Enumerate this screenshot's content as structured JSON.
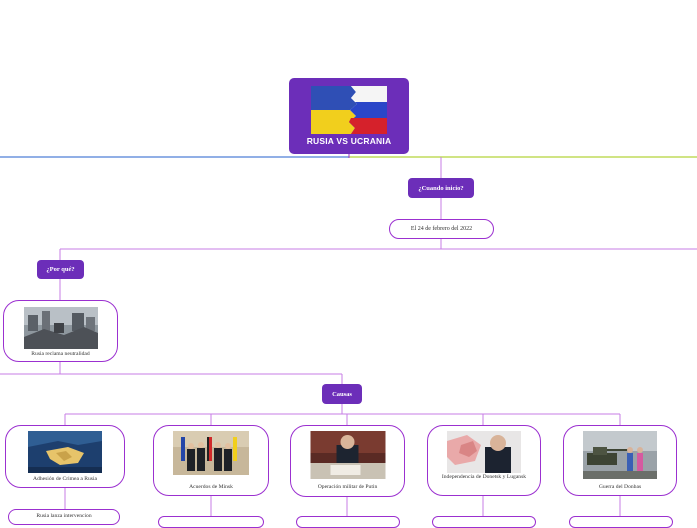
{
  "root": {
    "title": "RUSIA VS UCRANIA",
    "image": "ukraine-russia-flag-icon"
  },
  "when": {
    "question": "¿Cuando inicio?",
    "answer": "El 24 de febrero del 2022"
  },
  "why": {
    "question": "¿Por qué?",
    "answer": "Rusia reclama neutralidad",
    "image": "war-ruins-photo-icon"
  },
  "causes": {
    "label": "Causas",
    "items": [
      {
        "label": "Adhesión de Crimea a Rusia",
        "image": "crimea-map-icon",
        "sub": "Rusia lanza intervencion"
      },
      {
        "label": "Acuerdos de Minsk",
        "image": "leaders-group-photo-icon",
        "sub": ""
      },
      {
        "label": "Operación militar de Putin",
        "image": "putin-desk-photo-icon",
        "sub": ""
      },
      {
        "label": "Independencia de Donetsk y Lugansk",
        "image": "putin-map-photo-icon",
        "sub": ""
      },
      {
        "label": "Guerra del Donbas",
        "image": "donbas-photo-icon",
        "sub": ""
      }
    ]
  },
  "colors": {
    "node": "#6c2eb9",
    "border": "#9b30d0",
    "line_blue": "#4f7fd8",
    "line_green": "#b5d43b",
    "line_purple": "#c77de6"
  }
}
